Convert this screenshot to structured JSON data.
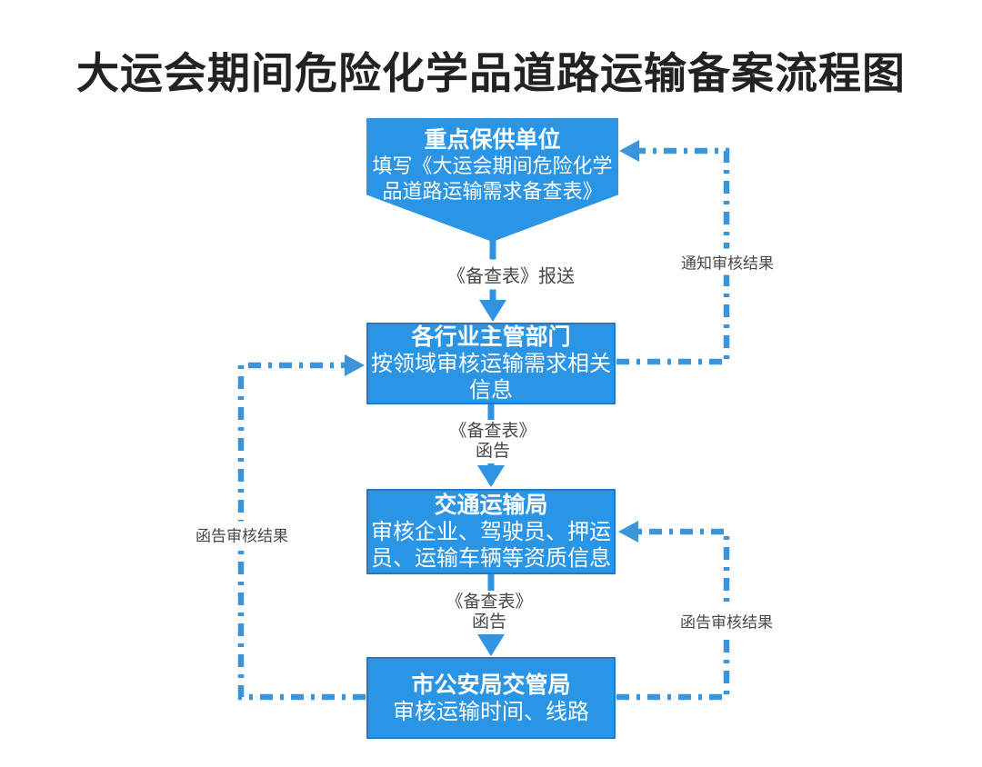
{
  "page": {
    "title": "大运会期间危险化学品道路运输备案流程图",
    "background": "#ffffff"
  },
  "colors": {
    "node_fill": "#2b95e5",
    "node_border": "#2478ca",
    "node_text": "#ffffff",
    "solid_arrow": "#2e93e2",
    "dashed_arrow": "#3b95da",
    "edge_label_text": "#474747",
    "title_text": "#222222"
  },
  "nodes": [
    {
      "name": "key-supply-unit",
      "shape": "pentagon-down",
      "title": "重点保供单位",
      "body": "填写《大运会期间危险化学品道路运输需求备查表》",
      "body_lines": [
        "填写《大运会期间危险化学",
        "品道路运输需求备查表》"
      ]
    },
    {
      "name": "industry-authorities",
      "shape": "rect",
      "title": "各行业主管部门",
      "body": "按领域审核运输需求相关信息",
      "body_lines": [
        "按领域审核运输需求相关",
        "信息"
      ]
    },
    {
      "name": "transport-bureau",
      "shape": "rect",
      "title": "交通运输局",
      "body": "审核企业、驾驶员、押运员、运输车辆等资质信息",
      "body_lines": [
        "审核企业、驾驶员、押运",
        "员、运输车辆等资质信息"
      ]
    },
    {
      "name": "traffic-police-bureau",
      "shape": "rect",
      "title": "市公安局交管局",
      "body": "审核运输时间、线路",
      "body_lines": [
        "审核运输时间、线路"
      ]
    }
  ],
  "edges": [
    {
      "name": "submit",
      "style": "solid",
      "from": "重点保供单位",
      "to": "各行业主管部门",
      "label": "《备查表》报送"
    },
    {
      "name": "letter-to-transport",
      "style": "solid",
      "from": "各行业主管部门",
      "to": "交通运输局",
      "label": "《备查表》函告",
      "label_lines": [
        "《备查表》",
        "函告"
      ]
    },
    {
      "name": "letter-to-police",
      "style": "solid",
      "from": "交通运输局",
      "to": "市公安局交管局",
      "label": "《备查表》函告",
      "label_lines": [
        "《备查表》",
        "函告"
      ]
    },
    {
      "name": "notify-review-result",
      "style": "dashed",
      "from": "各行业主管部门",
      "to": "重点保供单位",
      "label": "通知审核结果"
    },
    {
      "name": "reply-review-result-right",
      "style": "dashed",
      "from": "市公安局交管局",
      "to": "交通运输局",
      "label": "函告审核结果"
    },
    {
      "name": "reply-review-result-left",
      "style": "dashed",
      "from": "市公安局交管局",
      "to": "各行业主管部门",
      "label": "函告审核结果"
    }
  ]
}
